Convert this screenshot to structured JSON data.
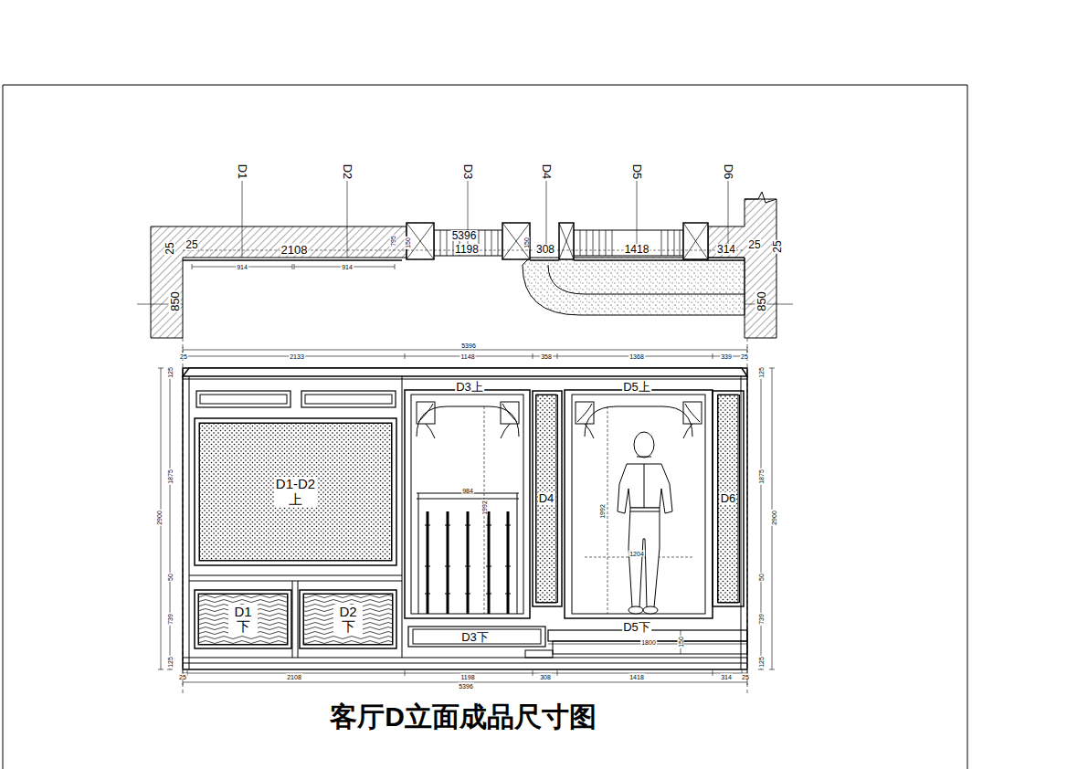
{
  "diagram": {
    "title": "客厅D立面成品尺寸图",
    "nodes": [
      {
        "text": [
          "D1-D2 上"
        ]
      },
      {
        "text": [
          "D1 下"
        ]
      },
      {
        "text": [
          "D2 下"
        ]
      },
      {
        "text": [
          "D4"
        ]
      },
      {
        "text": [
          "D6"
        ]
      }
    ],
    "labels": [
      "D1",
      "D2",
      "D3",
      "D4",
      "D5",
      "D6",
      "25",
      "25",
      "2108",
      "914",
      "914",
      "795",
      "5396",
      "1198",
      "150",
      "150",
      "308",
      "1418",
      "314",
      "25",
      "25",
      "850",
      "850",
      "5396",
      "2133",
      "1148",
      "358",
      "1368",
      "339",
      "25",
      "25",
      "125",
      "1875",
      "2900",
      "50",
      "739",
      "125",
      "125",
      "1875",
      "2900",
      "50",
      "739",
      "125",
      "D3上",
      "D5上",
      "984",
      "1992",
      "1992",
      "1204",
      "D3下",
      "D5下",
      "1800",
      "150",
      "25",
      "2108",
      "1198",
      "308",
      "1418",
      "314",
      "25",
      "5396"
    ]
  }
}
